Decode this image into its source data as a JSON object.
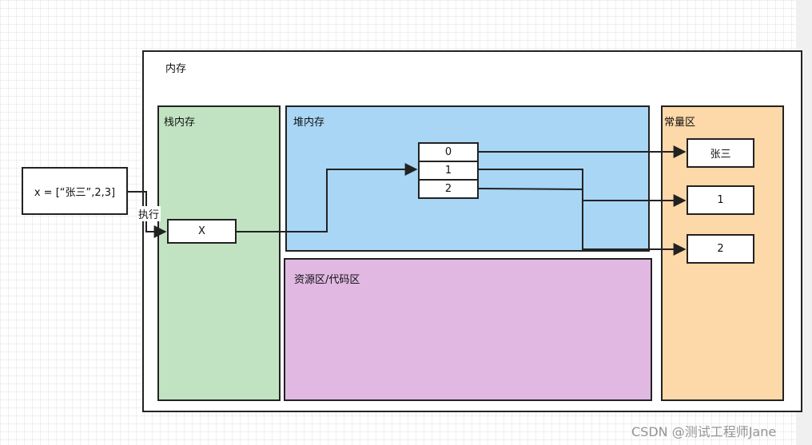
{
  "diagram": {
    "source_code": "x = [“张三”,2,3]",
    "exec_label": "执行",
    "memory": {
      "label": "内存",
      "stack": {
        "label": "栈内存",
        "var_name": "X",
        "color": "#c2e3c2"
      },
      "heap": {
        "label": "堆内存",
        "indices": [
          "0",
          "1",
          "2"
        ],
        "color": "#a9d6f5"
      },
      "resource": {
        "label": "资源区/代码区",
        "color": "#e0b8e2"
      },
      "constant": {
        "label": "常量区",
        "values": [
          "张三",
          "1",
          "2"
        ],
        "color": "#fdd8a8"
      }
    }
  },
  "watermark": "CSDN @测试工程师Jane"
}
